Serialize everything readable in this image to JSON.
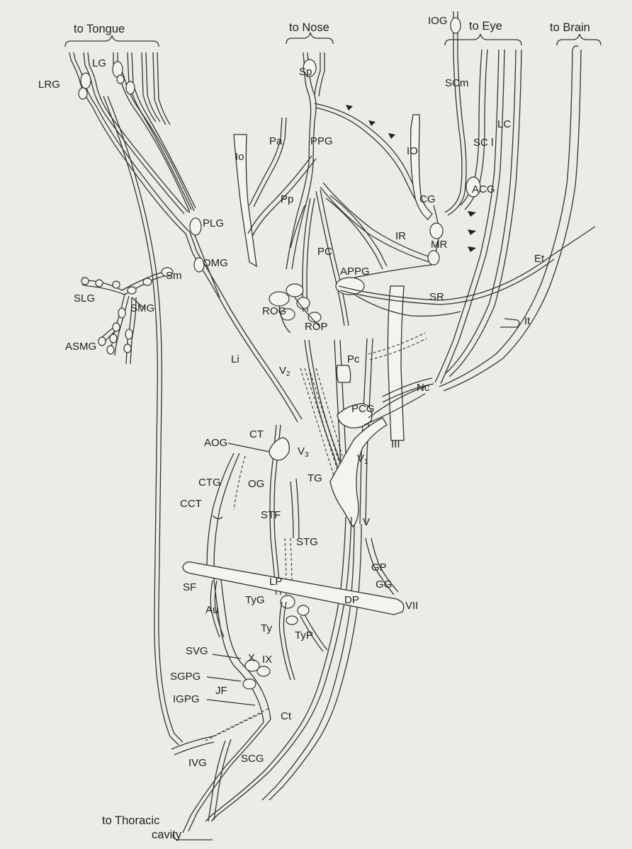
{
  "targets": {
    "tongue": "to  Tongue",
    "nose": "to Nose",
    "eye": "to Eye",
    "brain": "to Brain",
    "thoracic_line1": "to Thoracic",
    "thoracic_line2": "cavity"
  },
  "labels": {
    "IOG": "IOG",
    "LRG": "LRG",
    "LG": "LG",
    "Sp": "Sp",
    "SCm": "SCm",
    "SCl": "SC l",
    "LC": "LC",
    "Pa": "Pa",
    "PPG": "PPG",
    "Io": "Io",
    "IO": "IO",
    "Pp": "Pp",
    "CG": "CG",
    "ACG": "ACG",
    "PLG": "PLG",
    "IR": "IR",
    "MR": "MR",
    "PC": "PC",
    "OMG": "OMG",
    "Sm": "Sm",
    "APPG": "APPG",
    "Et": "Et",
    "SLG": "SLG",
    "SMG": "SMG",
    "ROG": "ROG",
    "SR": "SR",
    "ROP": "ROP",
    "It": "It",
    "ASMG": "ASMG",
    "Li": "Li",
    "Pc": "Pc",
    "V2": "V",
    "V2sub": "2",
    "Nc": "Nc",
    "PCG": "PCG",
    "III": "III",
    "AOG": "AOG",
    "CT": "CT",
    "V3": "V",
    "V3sub": "3",
    "V1": "V",
    "V1sub": "1",
    "CTG": "CTG",
    "OG": "OG",
    "TG": "TG",
    "CCT": "CCT",
    "STF": "STF",
    "V": "V",
    "STG": "STG",
    "GP": "GP",
    "SF": "SF",
    "GG": "GG",
    "LP": "LP",
    "VII": "VII",
    "TyG": "TyG",
    "DP": "DP",
    "Au": "Au",
    "Ty": "Ty",
    "TyP": "TyP",
    "SVG": "SVG",
    "X": "X",
    "IX": "IX",
    "SGPG": "SGPG",
    "JF": "JF",
    "IGPG": "IGPG",
    "Ct": "Ct",
    "IVG": "IVG",
    "SCG": "SCG"
  }
}
